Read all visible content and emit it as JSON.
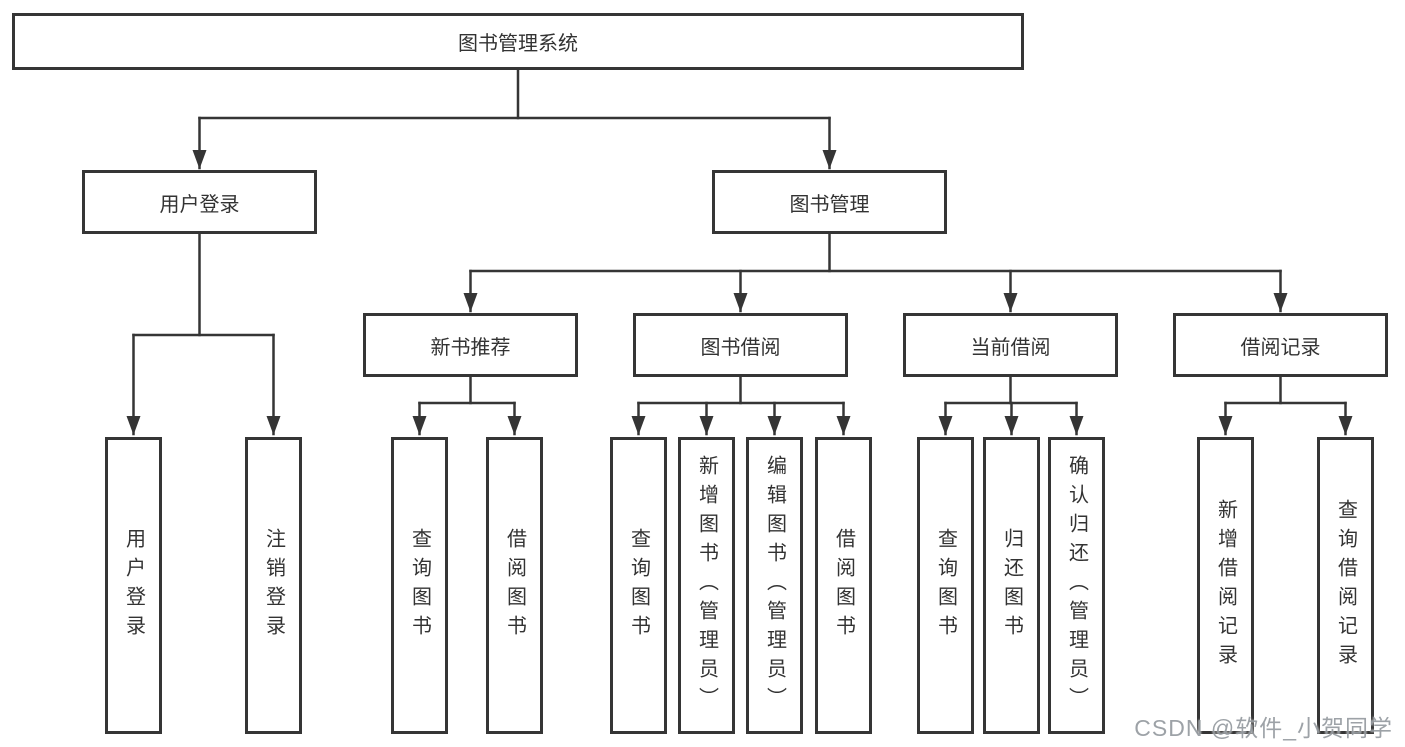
{
  "diagram": {
    "root": {
      "label": "图书管理系统"
    },
    "branches": [
      {
        "label": "用户登录",
        "children": [
          {
            "label": "用户登录"
          },
          {
            "label": "注销登录"
          }
        ]
      },
      {
        "label": "图书管理",
        "children": [
          {
            "label": "新书推荐",
            "children": [
              {
                "label": "查询图书"
              },
              {
                "label": "借阅图书"
              }
            ]
          },
          {
            "label": "图书借阅",
            "children": [
              {
                "label": "查询图书"
              },
              {
                "label": "新增图书（管理员）"
              },
              {
                "label": "编辑图书（管理员）"
              },
              {
                "label": "借阅图书"
              }
            ]
          },
          {
            "label": "当前借阅",
            "children": [
              {
                "label": "查询图书"
              },
              {
                "label": "归还图书"
              },
              {
                "label": "确认归还（管理员）"
              }
            ]
          },
          {
            "label": "借阅记录",
            "children": [
              {
                "label": "新增借阅记录"
              },
              {
                "label": "查询借阅记录"
              }
            ]
          }
        ]
      }
    ]
  },
  "watermark": {
    "text": "CSDN @软件_小贺同学"
  },
  "colors": {
    "line": "#353535",
    "text": "#333333",
    "background": "#ffffff",
    "watermark": "#8c9298"
  }
}
